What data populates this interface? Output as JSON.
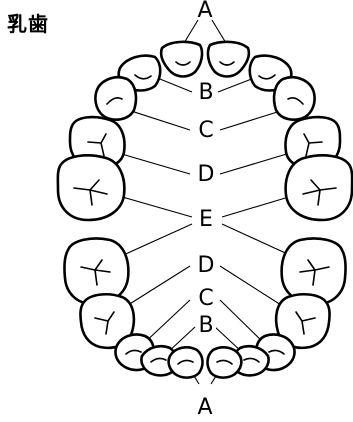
{
  "title": "乳歯",
  "labels": {
    "A": "A",
    "B": "B",
    "C": "C",
    "D": "D",
    "E": "E"
  }
}
